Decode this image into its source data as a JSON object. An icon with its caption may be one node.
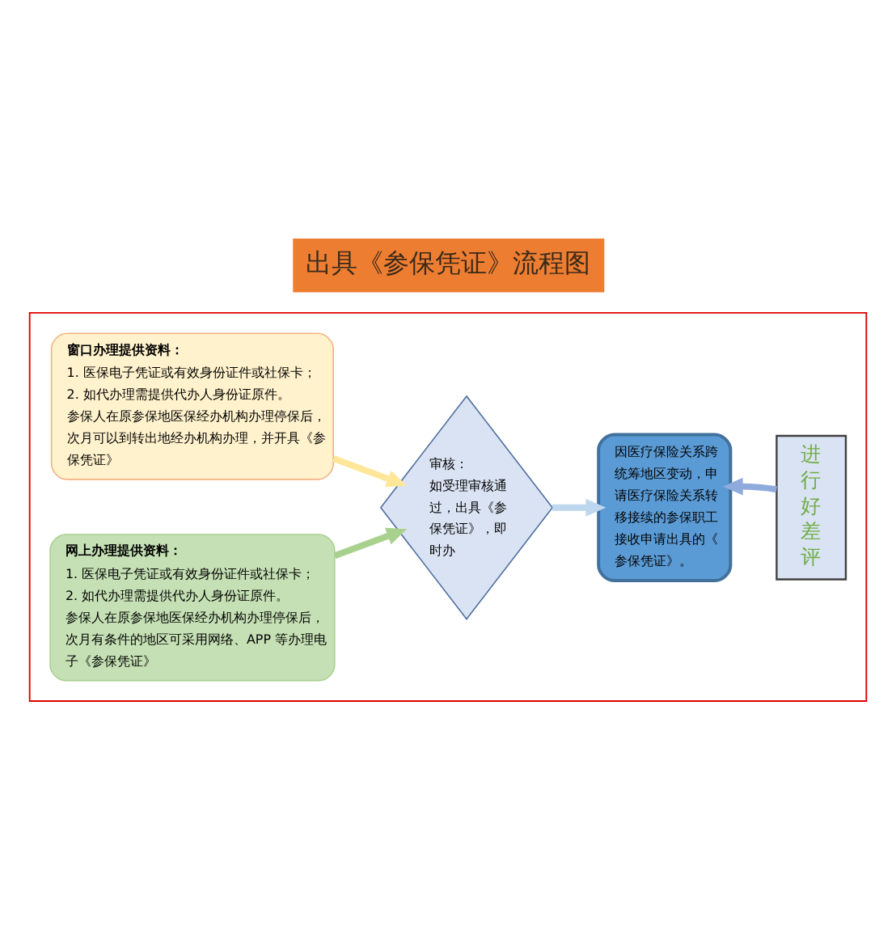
{
  "diagram": {
    "title": "出具《参保凭证》流程图",
    "nodes": [
      {
        "text": [],
        "shape": "box"
      },
      {
        "text": [
          "窗口办理提供资料：",
          "1. 医保电子凭证或有效身份证件或社保卡；",
          "2. 如代办理需提供代办人身份证原件。",
          "参保人在原参保地医保经办机构办理停保后，次月可以到转出地经办机构办理，并开具《参保凭证》"
        ],
        "in": 0
      },
      {
        "text": [
          "网上办理提供资料：",
          "1. 医保电子凭证或有效身份证件或社保卡；",
          "2. 如代办理需提供代办人身份证原件。",
          "参保人在原参保地医保经办机构办理停保后，次月有条件的地区可采用网络、APP 等办理电子《参保凭证》"
        ],
        "in": 0
      },
      {
        "text": [
          "审核：",
          "如受理审核通过，出具《参保凭证》，即时办"
        ],
        "in": 0
      },
      {
        "text": [
          "因医疗保险关系跨统筹地区变动，申请医疗保险关系转移接续的参保职工接收申请出具的《参保凭证》。"
        ],
        "in": 0
      },
      {
        "text": [
          "进行好差评"
        ],
        "in": 0
      }
    ],
    "edges": [
      {
        "from": 1,
        "to": 3,
        "arrow": "to",
        "color": "#ffe699"
      },
      {
        "from": 2,
        "to": 3,
        "arrow": "to",
        "color": "#a9d18e"
      },
      {
        "from": 3,
        "to": 4,
        "arrow": "to",
        "color": "#bdd7ee"
      },
      {
        "from": 5,
        "to": 4,
        "arrow": "to",
        "color": "#8faadc"
      }
    ]
  }
}
